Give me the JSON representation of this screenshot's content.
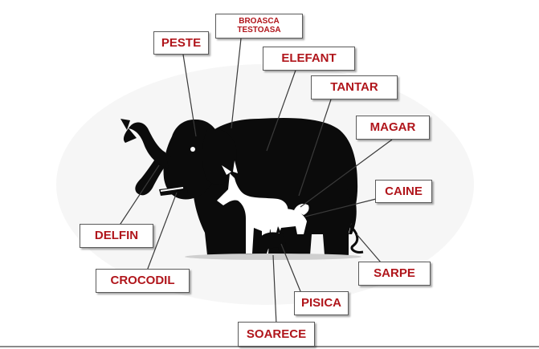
{
  "labels": {
    "broasca_line1": "BROASCA",
    "broasca_line2": "TESTOASA",
    "peste": "PESTE",
    "elefant": "ELEFANT",
    "tantar": "TANTAR",
    "magar": "MAGAR",
    "caine": "CAINE",
    "delfin": "DELFIN",
    "sarpe": "SARPE",
    "crocodil": "CROCODIL",
    "pisica": "PISICA",
    "soarece": "SOARECE"
  },
  "colors": {
    "label_text": "#b0151b",
    "label_border": "#5a5a5a",
    "silhouette": "#0b0b0b",
    "inner_figures": "#ffffff",
    "leader_line": "#3a3a3a"
  }
}
